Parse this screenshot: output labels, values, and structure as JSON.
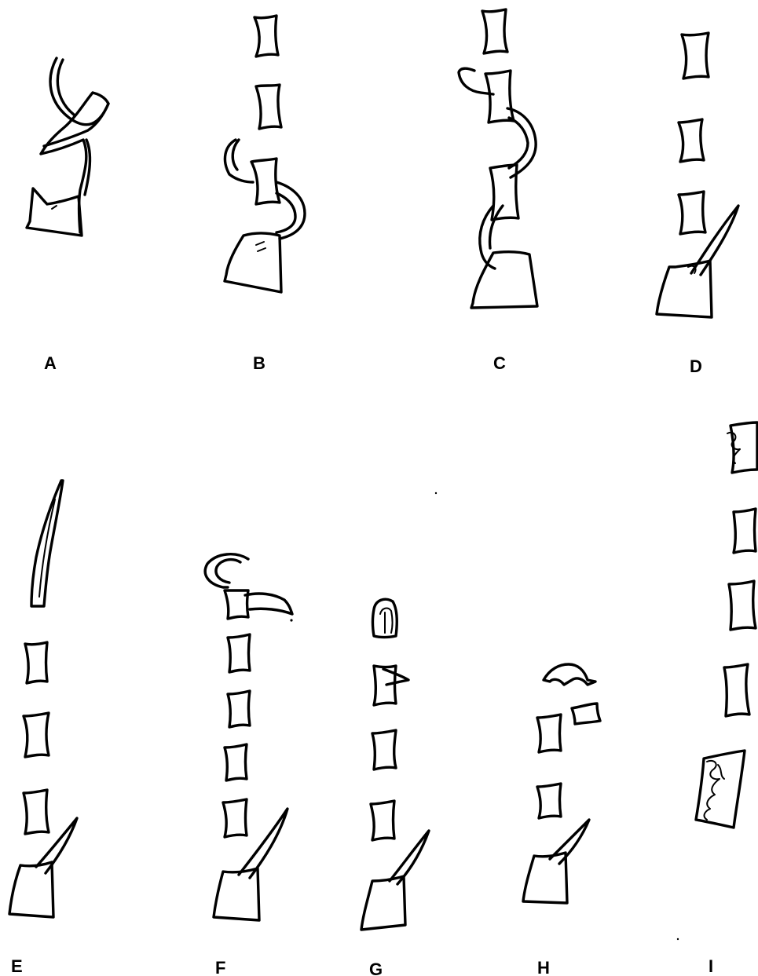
{
  "figure": {
    "ink_color": "#000000",
    "background_color": "#ffffff",
    "panels": [
      {
        "label": "A"
      },
      {
        "label": "B"
      },
      {
        "label": "C"
      },
      {
        "label": "D"
      },
      {
        "label": "E"
      },
      {
        "label": "F"
      },
      {
        "label": "G"
      },
      {
        "label": "H"
      },
      {
        "label": "I"
      }
    ]
  }
}
